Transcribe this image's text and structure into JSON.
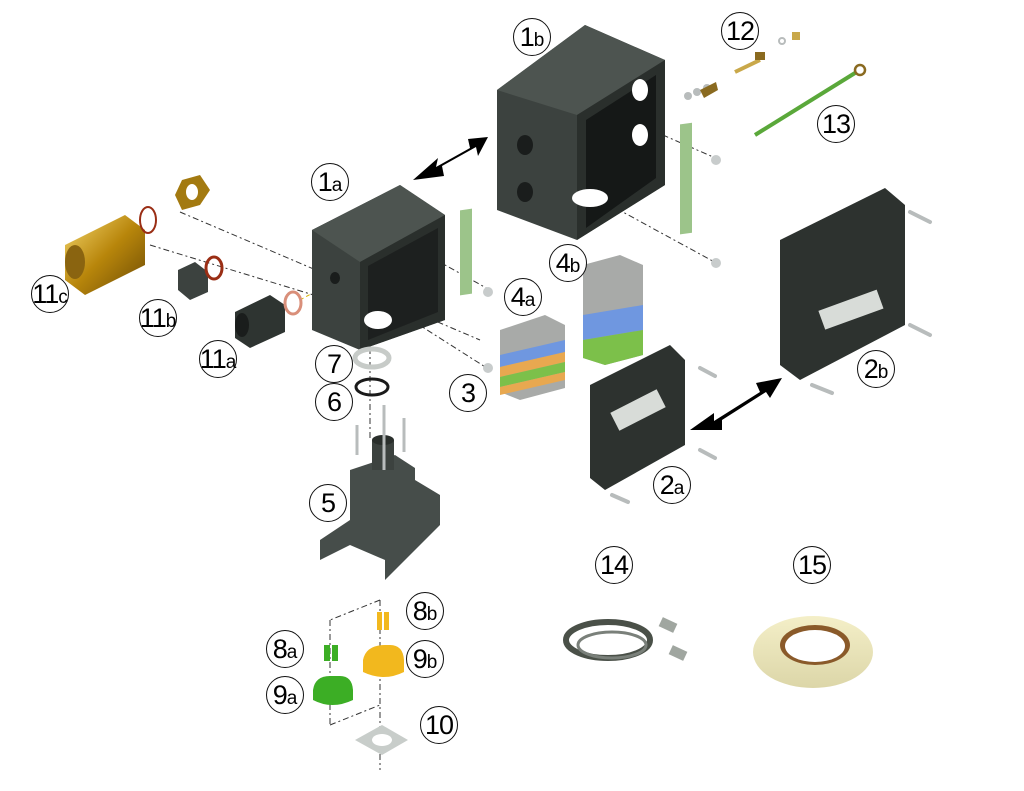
{
  "diagram": {
    "type": "exploded-assembly-view",
    "colors": {
      "enclosure": "#3c423f",
      "enclosure_dark": "#262a28",
      "din_rail": "#9cc48a",
      "terminal_grey": "#a8aaa8",
      "terminal_blue": "#6f97e0",
      "terminal_orange": "#e8a850",
      "terminal_green": "#7cc04a",
      "brass": "#b8860b",
      "gasket_red": "#b5401c",
      "insert_green": "#3cae25",
      "insert_yellow": "#f2b81e",
      "arrow": "#000000",
      "guide_line": "#333333",
      "guide_line_yellow": "#d9b400"
    },
    "callouts": [
      {
        "id": "1a",
        "number": "1",
        "suffix": "a",
        "part": "enclosure-small"
      },
      {
        "id": "1b",
        "number": "1",
        "suffix": "b",
        "part": "enclosure-large"
      },
      {
        "id": "2a",
        "number": "2",
        "suffix": "a",
        "part": "lid-small"
      },
      {
        "id": "2b",
        "number": "2",
        "suffix": "b",
        "part": "lid-large"
      },
      {
        "id": "3",
        "number": "3",
        "suffix": "",
        "part": "din-rail"
      },
      {
        "id": "4a",
        "number": "4",
        "suffix": "a",
        "part": "terminal-block-small"
      },
      {
        "id": "4b",
        "number": "4",
        "suffix": "b",
        "part": "terminal-block-large"
      },
      {
        "id": "5",
        "number": "5",
        "suffix": "",
        "part": "mounting-bracket"
      },
      {
        "id": "6",
        "number": "6",
        "suffix": "",
        "part": "o-ring-gasket"
      },
      {
        "id": "7",
        "number": "7",
        "suffix": "",
        "part": "lock-nut"
      },
      {
        "id": "8a",
        "number": "8",
        "suffix": "a",
        "part": "clamp-insert-green"
      },
      {
        "id": "8b",
        "number": "8",
        "suffix": "b",
        "part": "clamp-insert-yellow"
      },
      {
        "id": "9a",
        "number": "9",
        "suffix": "a",
        "part": "seal-insert-green"
      },
      {
        "id": "9b",
        "number": "9",
        "suffix": "b",
        "part": "seal-insert-yellow"
      },
      {
        "id": "10",
        "number": "10",
        "suffix": "",
        "part": "flange-plate"
      },
      {
        "id": "11a",
        "number": "11",
        "suffix": "a",
        "part": "cable-gland-plastic"
      },
      {
        "id": "11b",
        "number": "11",
        "suffix": "b",
        "part": "blanking-plug"
      },
      {
        "id": "11c",
        "number": "11",
        "suffix": "c",
        "part": "cable-gland-brass"
      },
      {
        "id": "12",
        "number": "12",
        "suffix": "",
        "part": "earth-stud-kit"
      },
      {
        "id": "13",
        "number": "13",
        "suffix": "",
        "part": "earth-cable"
      },
      {
        "id": "14",
        "number": "14",
        "suffix": "",
        "part": "hose-clamp-band"
      },
      {
        "id": "15",
        "number": "15",
        "suffix": "",
        "part": "adhesive-tape"
      }
    ]
  }
}
